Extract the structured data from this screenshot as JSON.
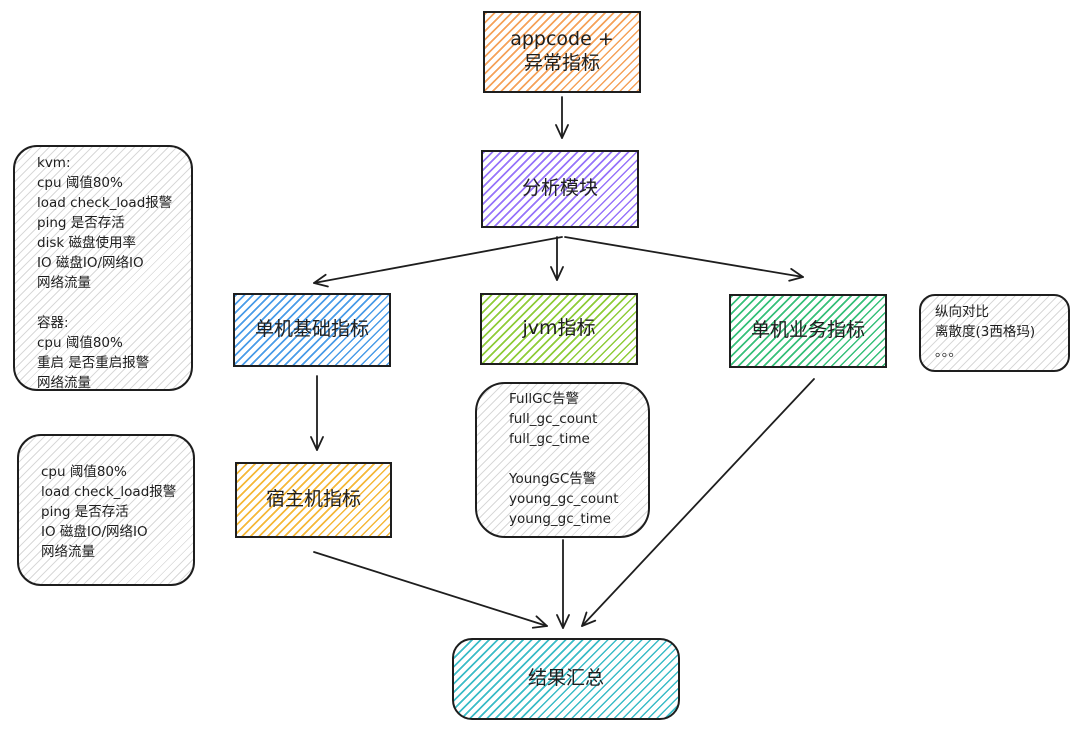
{
  "nodes": {
    "source": {
      "line1": "appcode +",
      "line2": "异常指标",
      "color": "#f5a25a"
    },
    "analysis": {
      "label": "分析模块",
      "color": "#9775fa"
    },
    "machine_basic": {
      "label": "单机基础指标",
      "color": "#4a9ce8"
    },
    "jvm": {
      "label": "jvm指标",
      "color": "#8fcc3a"
    },
    "machine_business": {
      "label": "单机业务指标",
      "color": "#38c07a"
    },
    "host": {
      "label": "宿主机指标",
      "color": "#f5b839"
    },
    "result": {
      "label": "结果汇总",
      "color": "#3bbcc7"
    }
  },
  "notes": {
    "kvm_container": [
      "kvm:",
      "cpu 阈值80%",
      "load check_load报警",
      "ping 是否存活",
      "disk 磁盘使用率",
      "IO 磁盘IO/网络IO",
      "网络流量",
      "",
      "容器:",
      "cpu 阈值80%",
      "重启 是否重启报警",
      "网络流量"
    ],
    "host": [
      "cpu 阈值80%",
      "load check_load报警",
      "ping 是否存活",
      "IO 磁盘IO/网络IO",
      "网络流量"
    ],
    "jvm_gc": [
      "FullGC告警",
      "full_gc_count",
      "full_gc_time",
      "",
      "YoungGC告警",
      "young_gc_count",
      "young_gc_time"
    ],
    "business": [
      "纵向对比",
      "离散度(3西格玛)",
      "。。。"
    ]
  }
}
